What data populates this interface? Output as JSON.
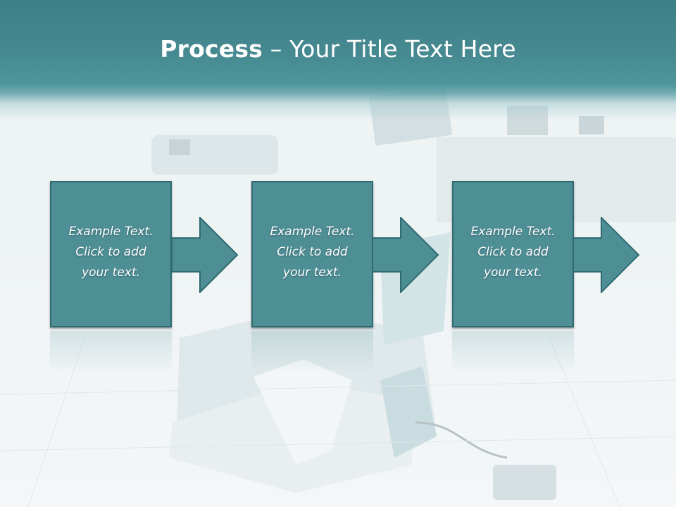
{
  "title": {
    "bold": "Process",
    "rest": " – Your Title Text Here"
  },
  "steps": [
    {
      "text": "Example Text.\nClick  to add\nyour text."
    },
    {
      "text": "Example Text.\nClick  to add\nyour text."
    },
    {
      "text": "Example Text.\nClick  to add\nyour text."
    }
  ],
  "colors": {
    "header": "#45888f",
    "box_fill": "#4e8f96",
    "box_border": "#2f6a70",
    "text": "#ffffff"
  },
  "icons": [
    "right-arrow-icon"
  ]
}
